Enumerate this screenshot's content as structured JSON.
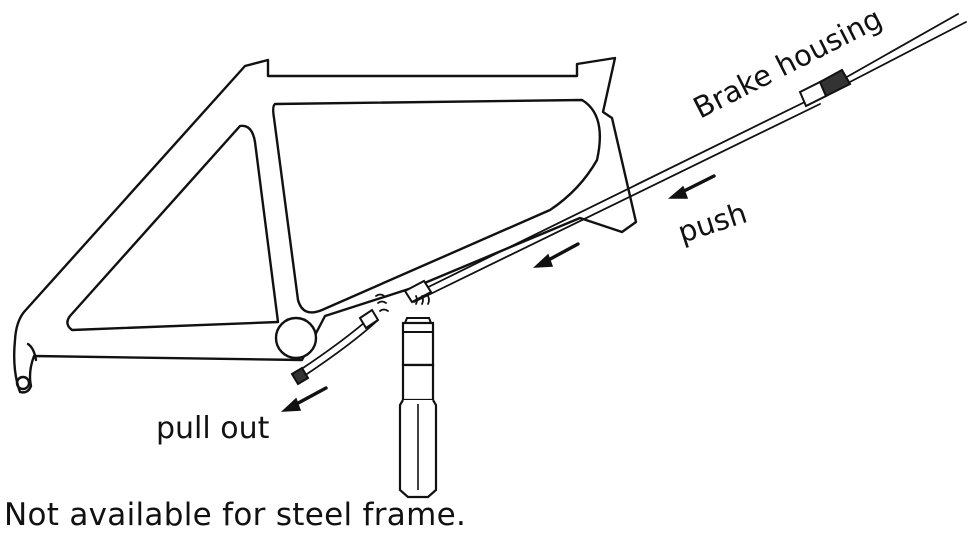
{
  "labels": {
    "brake_housing": "Brake housing",
    "push": "push",
    "pull_out": "pull out",
    "note": "Not available for steel frame."
  }
}
